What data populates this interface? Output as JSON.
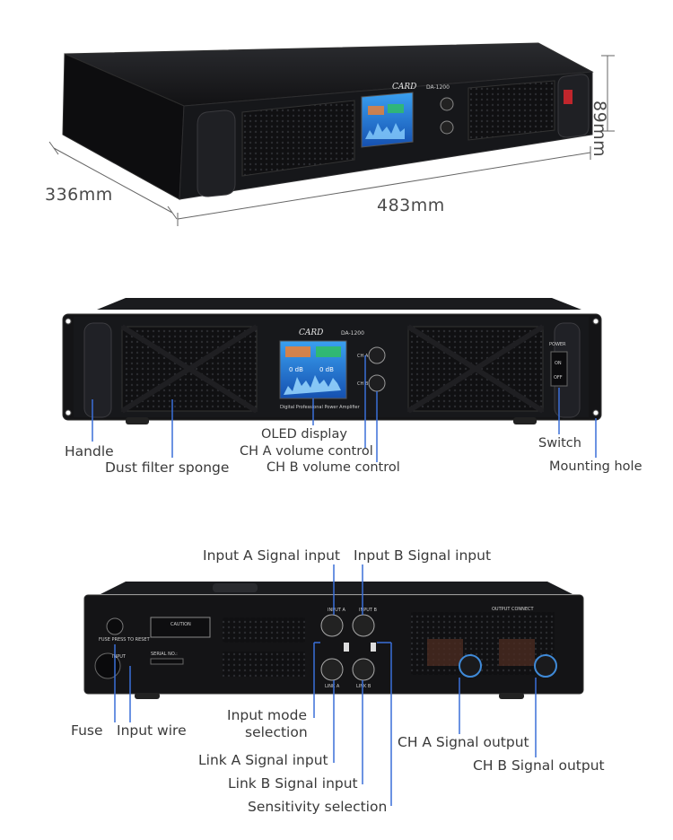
{
  "dimensions": {
    "depth": "336mm",
    "width": "483mm",
    "height": "89mm"
  },
  "front": {
    "brand": "CARD",
    "model": "DA-1200",
    "subtitle": "Digital Professional Power Amplifier",
    "power_label": "POWER",
    "on_label": "ON",
    "off_label": "OFF",
    "ch_a_knob": "CH A",
    "ch_b_knob": "CH B",
    "screen_values": [
      "0 dB",
      "0 dB"
    ]
  },
  "front_callouts": {
    "handle": "Handle",
    "dust_filter": "Dust filter sponge",
    "oled": "OLED display",
    "ch_a_volume": "CH A volume control",
    "ch_b_volume": "CH B volume control",
    "switch": "Switch",
    "mounting_hole": "Mounting hole"
  },
  "rear": {
    "input_a": "INPUT A",
    "input_b": "INPUT B",
    "link_a": "LINK A",
    "link_b": "LINK B",
    "output_connect": "OUTPUT CONNECT",
    "fuse_text": "FUSE PRESS TO RESET",
    "input_text": "INPUT",
    "serial": "SERIAL NO.:",
    "caution": "CAUTION"
  },
  "rear_callouts": {
    "input_a_signal": "Input A Signal input",
    "input_b_signal": "Input B Signal input",
    "fuse": "Fuse",
    "input_wire": "Input wire",
    "input_mode_line1": "Input mode",
    "input_mode_line2": "selection",
    "link_a_signal": "Link A Signal input",
    "link_b_signal": "Link B Signal input",
    "sensitivity": "Sensitivity selection",
    "ch_a_output": "CH A Signal output",
    "ch_b_output": "CH B Signal output"
  },
  "colors": {
    "callout_line": "#3a6fd8",
    "chassis": "#141416",
    "panel": "#1c1d20",
    "screen": "#1e6fd0"
  }
}
